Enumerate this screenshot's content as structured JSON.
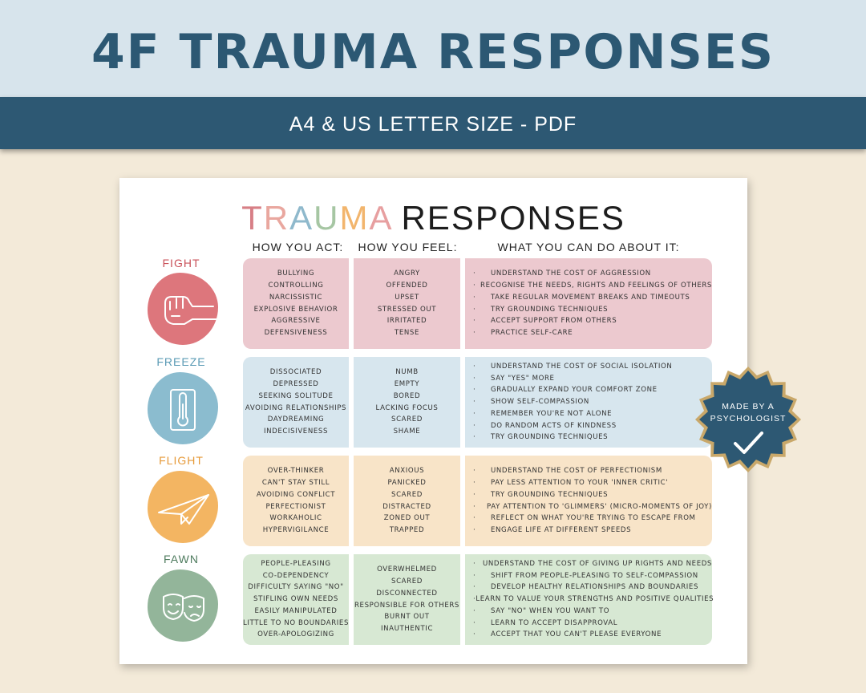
{
  "banner": {
    "title": "4F TRAUMA RESPONSES",
    "subtitle": "A4 & US LETTER SIZE - PDF"
  },
  "sheet": {
    "title_letters": [
      "T",
      "R",
      "A",
      "U",
      "M",
      "A"
    ],
    "title_colors": [
      "#d77f86",
      "#e9a79f",
      "#8fb9cc",
      "#a6c6a3",
      "#f2b56d",
      "#e79fa0"
    ],
    "title_rest": "RESPONSES",
    "columns": [
      "HOW YOU ACT:",
      "HOW YOU FEEL:",
      "WHAT YOU CAN DO ABOUT IT:"
    ],
    "rows": [
      {
        "label": "FIGHT",
        "label_color": "#c9525a",
        "blob_color": "#dd767c",
        "cell_color": "#ecc9cf",
        "icon": "fist-icon",
        "act": [
          "BULLYING",
          "CONTROLLING",
          "NARCISSISTIC",
          "EXPLOSIVE BEHAVIOR",
          "AGGRESSIVE",
          "DEFENSIVENESS"
        ],
        "feel": [
          "ANGRY",
          "OFFENDED",
          "UPSET",
          "STRESSED OUT",
          "IRRITATED",
          "TENSE"
        ],
        "do": [
          "UNDERSTAND THE COST OF AGGRESSION",
          "RECOGNISE THE NEEDS, RIGHTS AND FEELINGS OF OTHERS",
          "TAKE REGULAR MOVEMENT BREAKS AND TIMEOUTS",
          "TRY GROUNDING TECHNIQUES",
          "ACCEPT SUPPORT FROM OTHERS",
          "PRACTICE SELF-CARE"
        ]
      },
      {
        "label": "FREEZE",
        "label_color": "#5b9bb5",
        "blob_color": "#8bbccf",
        "cell_color": "#d7e6ee",
        "icon": "thermometer-icon",
        "act": [
          "DISSOCIATED",
          "DEPRESSED",
          "SEEKING SOLITUDE",
          "AVOIDING RELATIONSHIPS",
          "DAYDREAMING",
          "INDECISIVENESS"
        ],
        "feel": [
          "NUMB",
          "EMPTY",
          "BORED",
          "LACKING FOCUS",
          "SCARED",
          "SHAME"
        ],
        "do": [
          "UNDERSTAND THE COST OF SOCIAL ISOLATION",
          "SAY \"YES\" MORE",
          "GRADUALLY EXPAND YOUR COMFORT ZONE",
          "SHOW SELF-COMPASSION",
          "REMEMBER YOU'RE NOT ALONE",
          "DO RANDOM ACTS OF KINDNESS",
          "TRY GROUNDING TECHNIQUES"
        ]
      },
      {
        "label": "FLIGHT",
        "label_color": "#e69a3a",
        "blob_color": "#f3b562",
        "cell_color": "#f8e4c8",
        "icon": "paper-plane-icon",
        "act": [
          "OVER-THINKER",
          "CAN'T STAY STILL",
          "AVOIDING CONFLICT",
          "PERFECTIONIST",
          "WORKAHOLIC",
          "HYPERVIGILANCE"
        ],
        "feel": [
          "ANXIOUS",
          "PANICKED",
          "SCARED",
          "DISTRACTED",
          "ZONED OUT",
          "TRAPPED"
        ],
        "do": [
          "UNDERSTAND THE COST OF PERFECTIONISM",
          "PAY LESS ATTENTION TO YOUR 'INNER CRITIC'",
          "TRY GROUNDING TECHNIQUES",
          "PAY ATTENTION TO 'GLIMMERS' (MICRO-MOMENTS OF JOY)",
          "REFLECT ON WHAT YOU'RE TRYING TO ESCAPE FROM",
          "ENGAGE LIFE AT DIFFERENT SPEEDS"
        ]
      },
      {
        "label": "FAWN",
        "label_color": "#4e7b5e",
        "blob_color": "#93b59a",
        "cell_color": "#d7e8d3",
        "icon": "theater-masks-icon",
        "act": [
          "PEOPLE-PLEASING",
          "CO-DEPENDENCY",
          "DIFFICULTY SAYING \"NO\"",
          "STIFLING OWN NEEDS",
          "EASILY MANIPULATED",
          "LITTLE TO NO BOUNDARIES",
          "OVER-APOLOGIZING"
        ],
        "feel": [
          "OVERWHELMED",
          "SCARED",
          "DISCONNECTED",
          "RESPONSIBLE FOR OTHERS",
          "BURNT OUT",
          "INAUTHENTIC"
        ],
        "do": [
          "UNDERSTAND THE COST OF GIVING UP RIGHTS AND NEEDS",
          "SHIFT FROM PEOPLE-PLEASING TO SELF-COMPASSION",
          "DEVELOP HEALTHY RELATIONSHIPS AND BOUNDARIES",
          "LEARN TO VALUE YOUR STRENGTHS AND POSITIVE QUALITIES",
          "SAY \"NO\" WHEN YOU WANT TO",
          "LEARN TO ACCEPT DISAPPROVAL",
          "ACCEPT THAT YOU CAN'T PLEASE EVERYONE"
        ]
      }
    ],
    "bullet": "·"
  },
  "badge": {
    "line1": "MADE BY A",
    "line2": "PSYCHOLOGIST",
    "icon": "checkmark-icon",
    "fill_color": "#2d5873",
    "border_color": "#c9a86a"
  }
}
